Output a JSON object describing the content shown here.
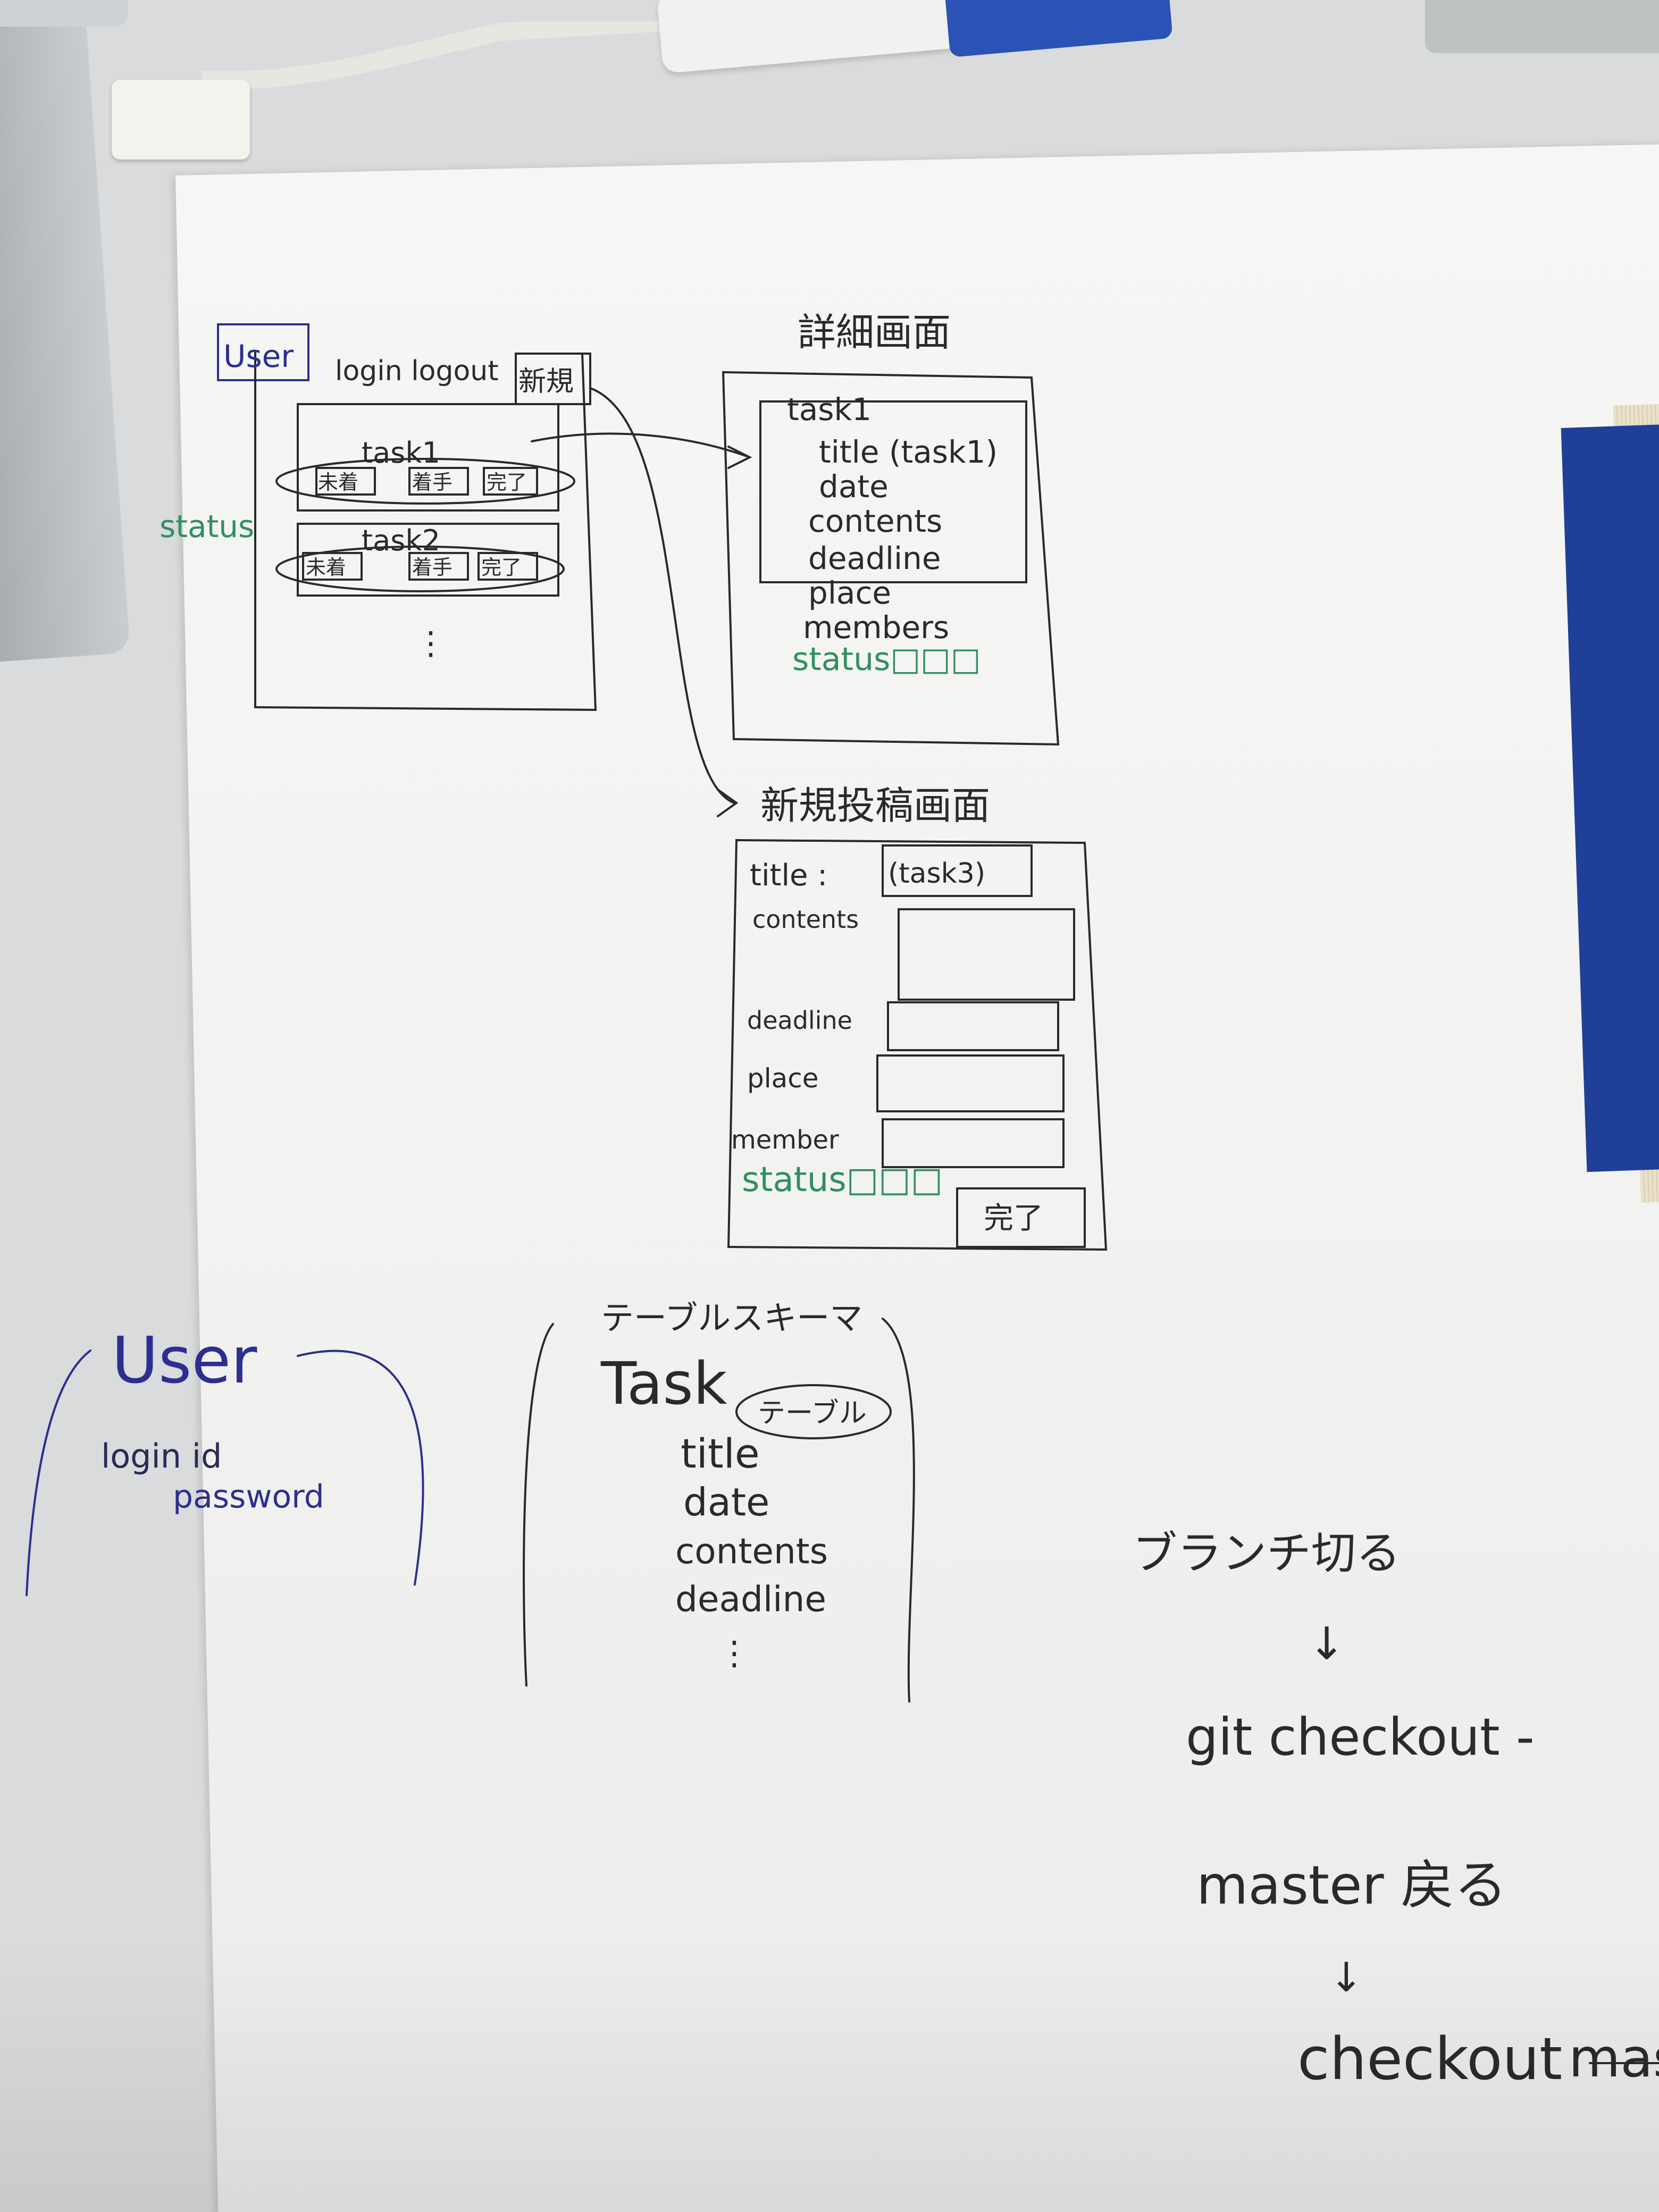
{
  "sketch": {
    "list_screen": {
      "user_box": "User",
      "login_logout": "login logout",
      "new_button": "新規",
      "task1": "task1",
      "task2": "task2",
      "status_buttons": [
        "未着",
        "着手",
        "完了"
      ],
      "status_label": "status",
      "ellipsis": "⋮"
    },
    "detail_screen": {
      "title": "詳細画面",
      "task1": "task1",
      "fields": [
        "title (task1)",
        "date",
        "contents",
        "deadline",
        "place",
        "members"
      ],
      "status": "status□□□"
    },
    "new_post_screen": {
      "title": "新規投稿画面",
      "title_label": "title :",
      "title_value": "(task3)",
      "contents_label": "contents",
      "deadline_label": "deadline",
      "place_label": "place",
      "member_label": "member",
      "status": "status□□□",
      "complete_button": "完了"
    },
    "user_schema": {
      "title": "User",
      "fields": [
        "login id",
        "password"
      ]
    },
    "table_schema": {
      "heading": "テーブルスキーマ",
      "title": "Task",
      "badge": "テーブル",
      "fields": [
        "title",
        "date",
        "contents",
        "deadline",
        "⋮"
      ]
    },
    "git_notes": {
      "branch_switch": "ブランチ切る",
      "arrow": "↓",
      "checkout": "git checkout -",
      "master_return": "master 戻る",
      "arrow2": "↓",
      "checkout_master": "checkout",
      "checkout_master_tail": "mas"
    }
  },
  "colors": {
    "ink_black": "#2a2a2a",
    "ink_blue": "#2c2f8f",
    "ink_green": "#2f8f5f",
    "paper": "#f4f4f2"
  }
}
